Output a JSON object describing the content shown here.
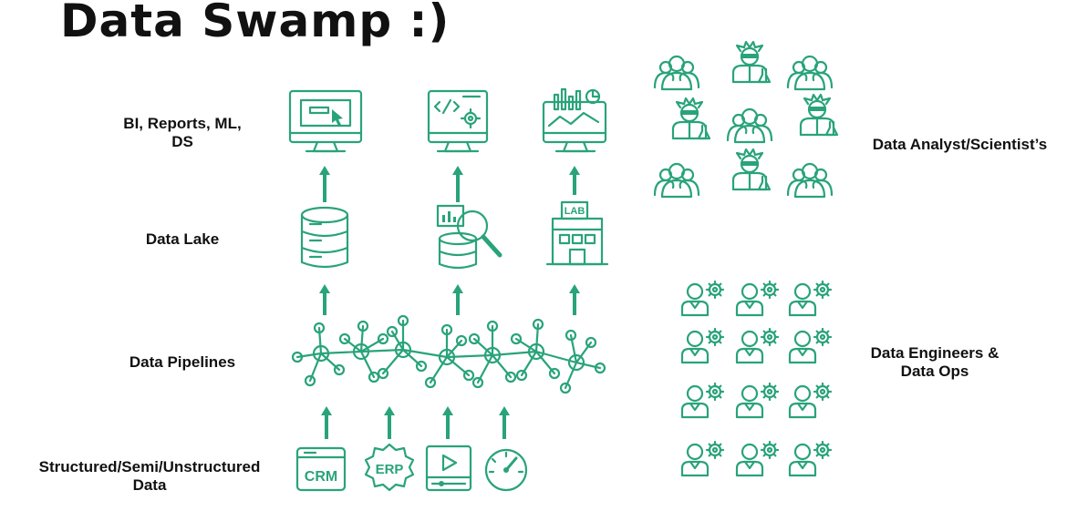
{
  "title": "Data Swamp :)",
  "layers": {
    "consumers": "BI, Reports, ML, DS",
    "lake": "Data Lake",
    "pipelines": "Data Pipelines",
    "sources": "Structured/Semi/Unstructured Data"
  },
  "groups": {
    "analysts": "Data Analyst/Scientist’s",
    "engineers": "Data Engineers & Data Ops"
  },
  "source_icons": {
    "crm": "CRM",
    "erp": "ERP"
  },
  "store_icons": {
    "lab": "LAB"
  },
  "colors": {
    "accent": "#29a37a",
    "text": "#111111"
  }
}
